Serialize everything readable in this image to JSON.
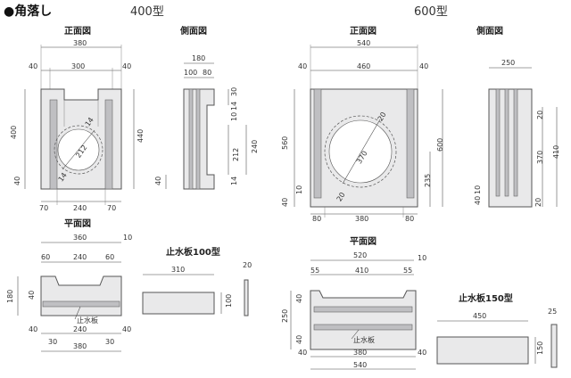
{
  "heading": "●角落し",
  "models": {
    "m400": {
      "title": "400型",
      "front": {
        "label": "正面図",
        "w380": "380",
        "d40a": "40",
        "d300": "300",
        "d40b": "40",
        "h400": "400",
        "h440": "440",
        "h40": "40",
        "b70a": "70",
        "b240": "240",
        "b70b": "70",
        "d14a": "14",
        "d212": "212",
        "d14b": "14"
      },
      "side": {
        "label": "側面図",
        "w180": "180",
        "w100": "100",
        "w80": "80",
        "s30": "30",
        "s14a": "14",
        "s10": "10",
        "s240": "240",
        "s212": "212",
        "s14b": "14",
        "s40": "40"
      },
      "plan": {
        "label": "平面図",
        "w360": "360",
        "w10": "10",
        "w60a": "60",
        "w240t": "240",
        "w60b": "60",
        "h40": "40",
        "h180": "180",
        "b40a": "40",
        "b240": "240",
        "b40b": "40",
        "b30a": "30",
        "b30b": "30",
        "b380": "380",
        "board": "止水板"
      },
      "plate": {
        "label": "止水板100型",
        "w310": "310",
        "h100": "100",
        "t20": "20"
      }
    },
    "m600": {
      "title": "600型",
      "front": {
        "label": "正面図",
        "w540": "540",
        "d40a": "40",
        "d460": "460",
        "d40b": "40",
        "h560": "560",
        "h600": "600",
        "h235": "235",
        "h10": "10",
        "h40": "40",
        "b80a": "80",
        "b380": "380",
        "b80b": "80",
        "d20a": "20",
        "d370": "370",
        "d20b": "20"
      },
      "side": {
        "label": "側面図",
        "w250": "250",
        "s20a": "20",
        "s370": "370",
        "s410": "410",
        "s40": "40",
        "s10": "10",
        "s20b": "20"
      },
      "plan": {
        "label": "平面図",
        "w520": "520",
        "w10": "10",
        "w55a": "55",
        "w410": "410",
        "w55b": "55",
        "h40a": "40",
        "h250": "250",
        "h40b": "40",
        "b40a": "40",
        "b380": "380",
        "b40b": "40",
        "b540": "540",
        "board": "止水板"
      },
      "plate": {
        "label": "止水板150型",
        "w450": "450",
        "t25": "25",
        "h150": "150"
      }
    }
  }
}
